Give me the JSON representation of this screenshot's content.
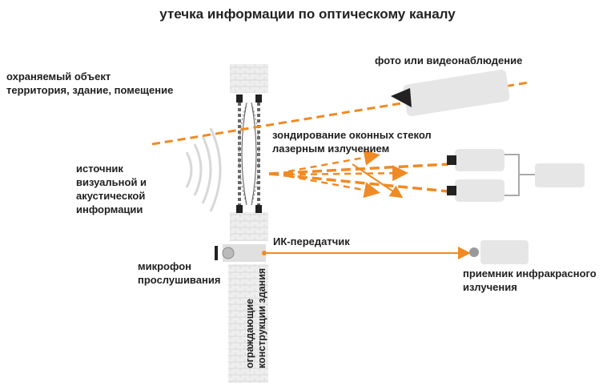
{
  "title": "утечка информации по оптическому каналу",
  "labels": {
    "protected_object_line1": "охраняемый объект",
    "protected_object_line2": "территория, здание, помещение",
    "surveillance": "фото или видеонаблюдение",
    "laser_probe_line1": "зондирование оконных стекол",
    "laser_probe_line2": "лазерным излучением",
    "source_line1": "источник",
    "source_line2": "визуальной и",
    "source_line3": "акустической",
    "source_line4": "информации",
    "ir_transmitter": "ИК-передатчик",
    "microphone_line1": "микрофон",
    "microphone_line2": "прослушивания",
    "ir_receiver_line1": "приемник инфракрасного",
    "ir_receiver_line2": "излучения",
    "enclosing_line1": "ограждающие",
    "enclosing_line2": "конструкции здания"
  },
  "colors": {
    "accent": "#f08a24",
    "device_body": "#e6e6e6",
    "wall": "#ececec",
    "dark": "#222222"
  }
}
